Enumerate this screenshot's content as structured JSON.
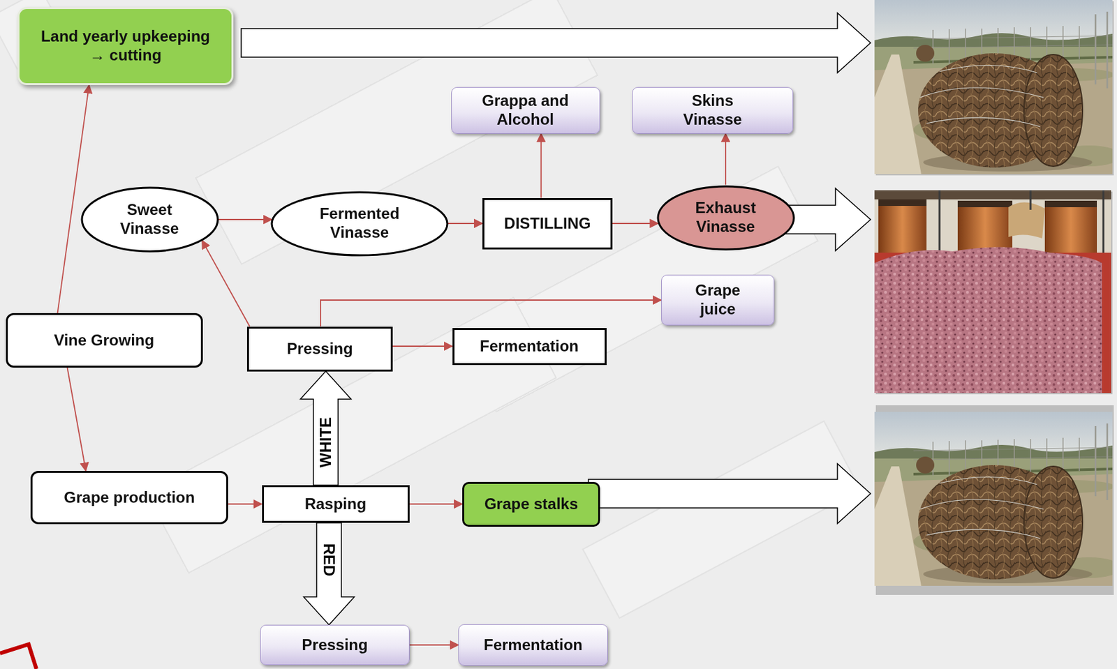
{
  "diagram": {
    "nodes": [
      {
        "text": [
          "Land yearly upkeeping → cutting"
        ]
      },
      {
        "text": [
          "Grappa and Alcohol"
        ]
      },
      {
        "text": [
          "Skins Vinasse"
        ]
      },
      {
        "text": [
          "Sweet Vinasse"
        ]
      },
      {
        "text": [
          "Fermented Vinasse"
        ]
      },
      {
        "text": [
          "DISTILLING"
        ]
      },
      {
        "text": [
          "Exhaust Vinasse"
        ]
      },
      {
        "text": [
          "Grape juice"
        ]
      },
      {
        "text": [
          "Vine Growing"
        ]
      },
      {
        "text": [
          "Pressing"
        ]
      },
      {
        "text": [
          "Fermentation"
        ]
      },
      {
        "text": [
          "Grape production"
        ]
      },
      {
        "text": [
          "Rasping"
        ]
      },
      {
        "text": [
          "Grape stalks"
        ]
      },
      {
        "text": [
          "Pressing"
        ]
      },
      {
        "text": [
          "Fermentation"
        ]
      }
    ],
    "edges": [
      {
        "from": 8,
        "to": 0,
        "arrow": "to"
      },
      {
        "from": 8,
        "to": 11,
        "arrow": "to"
      },
      {
        "from": 11,
        "to": 12,
        "arrow": "to"
      },
      {
        "from": 12,
        "to": 13,
        "arrow": "to"
      },
      {
        "from": 12,
        "to": 9,
        "label": "WHITE",
        "arrow": "to"
      },
      {
        "from": 12,
        "to": 14,
        "label": "RED",
        "arrow": "to"
      },
      {
        "from": 9,
        "to": 3,
        "arrow": "to"
      },
      {
        "from": 9,
        "to": 7,
        "arrow": "to"
      },
      {
        "from": 9,
        "to": 10,
        "arrow": "to"
      },
      {
        "from": 3,
        "to": 4,
        "arrow": "to"
      },
      {
        "from": 4,
        "to": 5,
        "arrow": "to"
      },
      {
        "from": 5,
        "to": 1,
        "arrow": "to"
      },
      {
        "from": 5,
        "to": 6,
        "arrow": "to"
      },
      {
        "from": 6,
        "to": 2,
        "arrow": "to"
      },
      {
        "from": 14,
        "to": 15,
        "arrow": "to"
      }
    ]
  }
}
